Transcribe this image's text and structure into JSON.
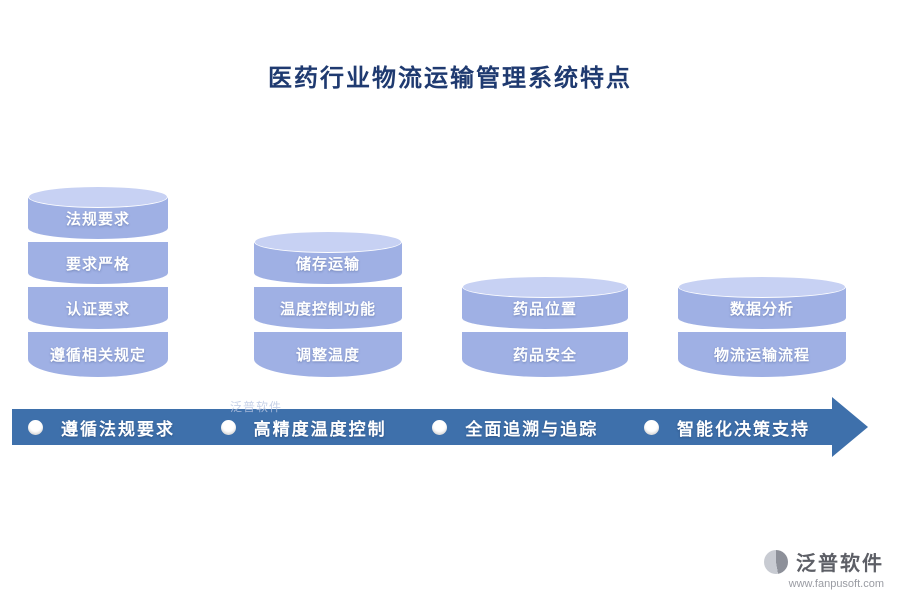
{
  "title": "医药行业物流运输管理系统特点",
  "cylinders": [
    {
      "name": "regulations",
      "segments": [
        "法规要求",
        "要求严格",
        "认证要求",
        "遵循相关规定"
      ]
    },
    {
      "name": "temperature",
      "segments": [
        "储存运输",
        "温度控制功能",
        "调整温度"
      ]
    },
    {
      "name": "tracking",
      "segments": [
        "药品位置",
        "药品安全"
      ]
    },
    {
      "name": "analytics",
      "segments": [
        "数据分析",
        "物流运输流程"
      ]
    }
  ],
  "arrow_items": [
    {
      "label": "遵循法规要求"
    },
    {
      "label": "高精度温度控制"
    },
    {
      "label": "全面追溯与追踪"
    },
    {
      "label": "智能化决策支持"
    }
  ],
  "watermark": "泛普软件",
  "footer": {
    "brand": "泛普软件",
    "url": "www.fanpusoft.com"
  },
  "colors": {
    "title": "#1f3a70",
    "cylinder": "#9fb0e4",
    "cylinder_cap": "#c7d1f3",
    "arrow": "#3e70ab",
    "text_on_shapes": "#ffffff"
  }
}
